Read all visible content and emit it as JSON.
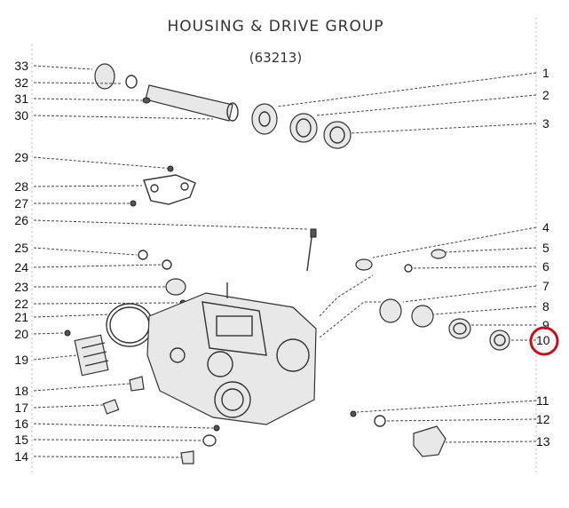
{
  "title": "HOUSING & DRIVE GROUP",
  "subtitle": "(63213)",
  "callouts_left": [
    "33",
    "32",
    "31",
    "30",
    "29",
    "28",
    "27",
    "26",
    "25",
    "24",
    "23",
    "22",
    "21",
    "20",
    "19",
    "18",
    "17",
    "16",
    "15",
    "14"
  ],
  "callouts_right": [
    "1",
    "2",
    "3",
    "4",
    "5",
    "6",
    "7",
    "8",
    "9",
    "10",
    "11",
    "12",
    "13"
  ],
  "highlighted_callout": "10",
  "marker_color": "#c0141c"
}
